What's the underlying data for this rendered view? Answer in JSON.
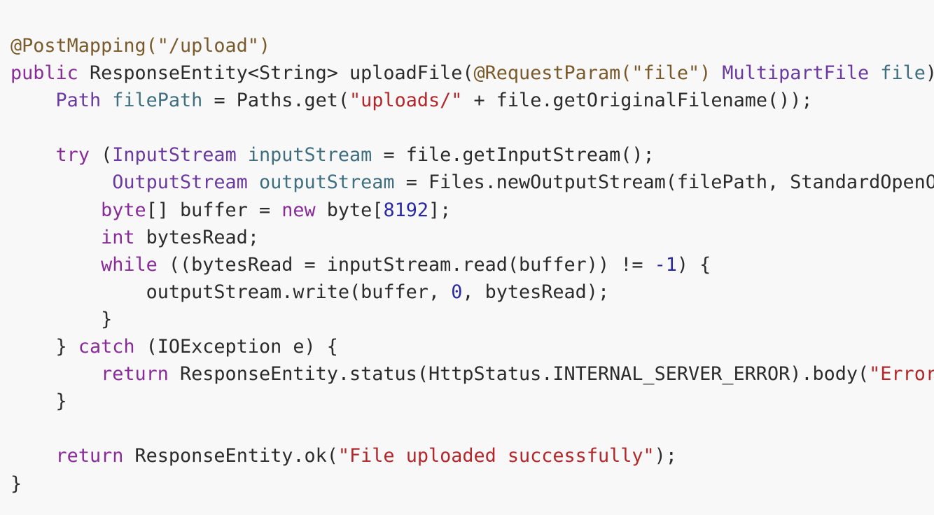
{
  "editor": {
    "colors": {
      "background": "#f8f8f8",
      "plain": "#2b2b2b",
      "keyword": "#8a2b9a",
      "type": "#6a3aa0",
      "variable": "#3f6f7f",
      "string": "#b4262a",
      "number": "#2a2aa0",
      "annotation": "#7a5a2a"
    },
    "lines": [
      [
        {
          "t": "@PostMapping(\"/upload\")",
          "c": "annotation"
        }
      ],
      [
        {
          "t": "public",
          "c": "keyword"
        },
        {
          "t": " ResponseEntity<String> uploadFile(",
          "c": "plain"
        },
        {
          "t": "@RequestParam(\"file\")",
          "c": "annotation"
        },
        {
          "t": " ",
          "c": "plain"
        },
        {
          "t": "MultipartFile",
          "c": "type"
        },
        {
          "t": " ",
          "c": "plain"
        },
        {
          "t": "file",
          "c": "variable"
        },
        {
          "t": ") {",
          "c": "plain"
        }
      ],
      [
        {
          "t": "    ",
          "c": "plain"
        },
        {
          "t": "Path",
          "c": "type"
        },
        {
          "t": " ",
          "c": "plain"
        },
        {
          "t": "filePath",
          "c": "variable"
        },
        {
          "t": " = Paths.get(",
          "c": "plain"
        },
        {
          "t": "\"uploads/\"",
          "c": "string"
        },
        {
          "t": " + file.getOriginalFilename());",
          "c": "plain"
        }
      ],
      [],
      [
        {
          "t": "    ",
          "c": "plain"
        },
        {
          "t": "try",
          "c": "keyword"
        },
        {
          "t": " (",
          "c": "plain"
        },
        {
          "t": "InputStream",
          "c": "type"
        },
        {
          "t": " ",
          "c": "plain"
        },
        {
          "t": "inputStream",
          "c": "variable"
        },
        {
          "t": " = file.getInputStream();",
          "c": "plain"
        }
      ],
      [
        {
          "t": "         ",
          "c": "plain"
        },
        {
          "t": "OutputStream",
          "c": "type"
        },
        {
          "t": " ",
          "c": "plain"
        },
        {
          "t": "outputStream",
          "c": "variable"
        },
        {
          "t": " = Files.newOutputStream(filePath, StandardOpenOption.CREATE)) {",
          "c": "plain"
        }
      ],
      [
        {
          "t": "        ",
          "c": "plain"
        },
        {
          "t": "byte",
          "c": "keyword"
        },
        {
          "t": "[] buffer = ",
          "c": "plain"
        },
        {
          "t": "new",
          "c": "keyword"
        },
        {
          "t": " byte[",
          "c": "plain"
        },
        {
          "t": "8192",
          "c": "number"
        },
        {
          "t": "];",
          "c": "plain"
        }
      ],
      [
        {
          "t": "        ",
          "c": "plain"
        },
        {
          "t": "int",
          "c": "keyword"
        },
        {
          "t": " bytesRead;",
          "c": "plain"
        }
      ],
      [
        {
          "t": "        ",
          "c": "plain"
        },
        {
          "t": "while",
          "c": "keyword"
        },
        {
          "t": " ((bytesRead = inputStream.read(buffer)) != ",
          "c": "plain"
        },
        {
          "t": "-1",
          "c": "number"
        },
        {
          "t": ") {",
          "c": "plain"
        }
      ],
      [
        {
          "t": "            outputStream.write(buffer, ",
          "c": "plain"
        },
        {
          "t": "0",
          "c": "number"
        },
        {
          "t": ", bytesRead);",
          "c": "plain"
        }
      ],
      [
        {
          "t": "        }",
          "c": "plain"
        }
      ],
      [
        {
          "t": "    } ",
          "c": "plain"
        },
        {
          "t": "catch",
          "c": "keyword"
        },
        {
          "t": " (IOException e) {",
          "c": "plain"
        }
      ],
      [
        {
          "t": "        ",
          "c": "plain"
        },
        {
          "t": "return",
          "c": "keyword"
        },
        {
          "t": " ResponseEntity.status(HttpStatus.INTERNAL_SERVER_ERROR).body(",
          "c": "plain"
        },
        {
          "t": "\"Error uploading file\"",
          "c": "string"
        },
        {
          "t": ");",
          "c": "plain"
        }
      ],
      [
        {
          "t": "    }",
          "c": "plain"
        }
      ],
      [],
      [
        {
          "t": "    ",
          "c": "plain"
        },
        {
          "t": "return",
          "c": "keyword"
        },
        {
          "t": " ResponseEntity.ok(",
          "c": "plain"
        },
        {
          "t": "\"File uploaded successfully\"",
          "c": "string"
        },
        {
          "t": ");",
          "c": "plain"
        }
      ],
      [
        {
          "t": "}",
          "c": "plain"
        }
      ]
    ]
  }
}
